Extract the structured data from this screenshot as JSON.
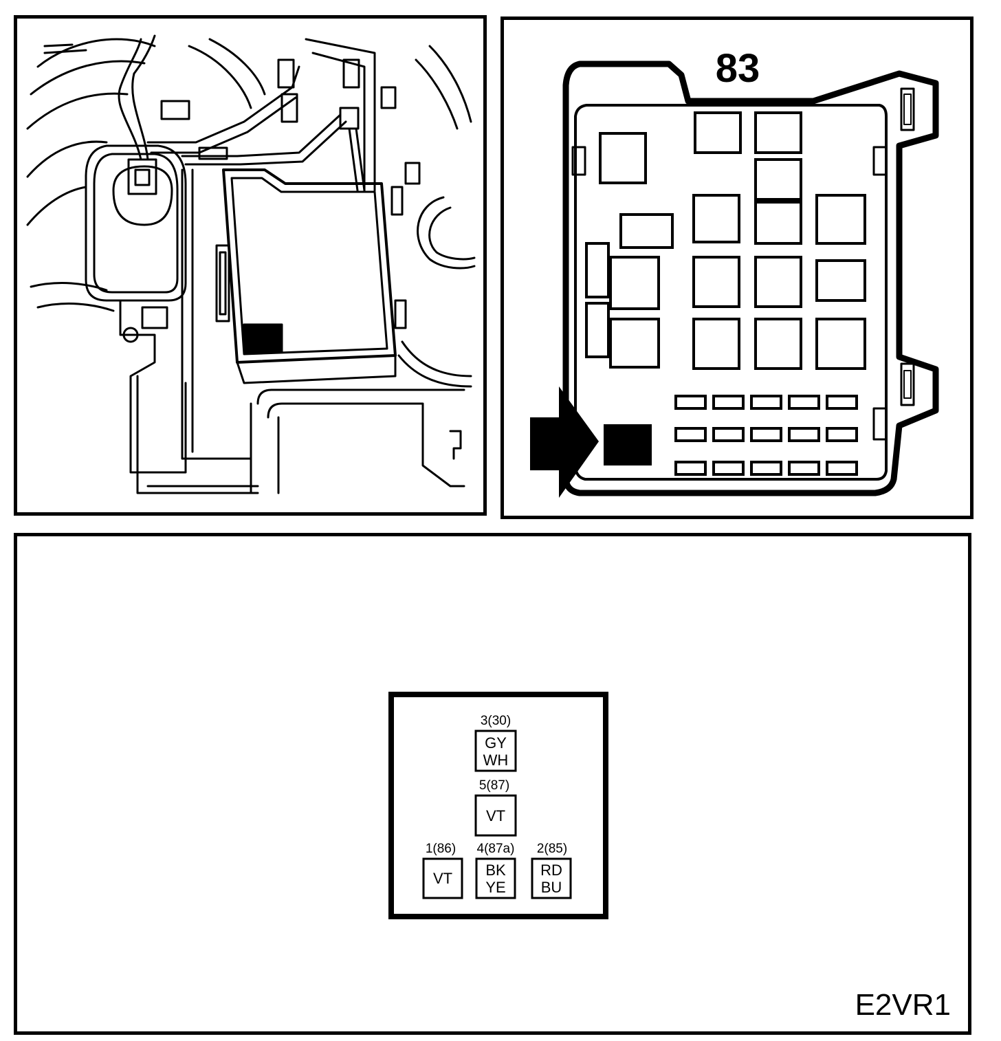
{
  "fuse_box": {
    "number": "83"
  },
  "connector": {
    "pins": [
      {
        "id": "3",
        "terminal": "(30)",
        "label": "3(30)",
        "wire_line1": "GY",
        "wire_line2": "WH"
      },
      {
        "id": "5",
        "terminal": "(87)",
        "label": "5(87)",
        "wire_line1": "VT",
        "wire_line2": ""
      },
      {
        "id": "1",
        "terminal": "(86)",
        "label": "1(86)",
        "wire_line1": "VT",
        "wire_line2": ""
      },
      {
        "id": "4",
        "terminal": "(87a)",
        "label": "4(87a)",
        "wire_line1": "BK",
        "wire_line2": "YE"
      },
      {
        "id": "2",
        "terminal": "(85)",
        "label": "2(85)",
        "wire_line1": "RD",
        "wire_line2": "BU"
      }
    ]
  },
  "figure_code": "E2VR1"
}
